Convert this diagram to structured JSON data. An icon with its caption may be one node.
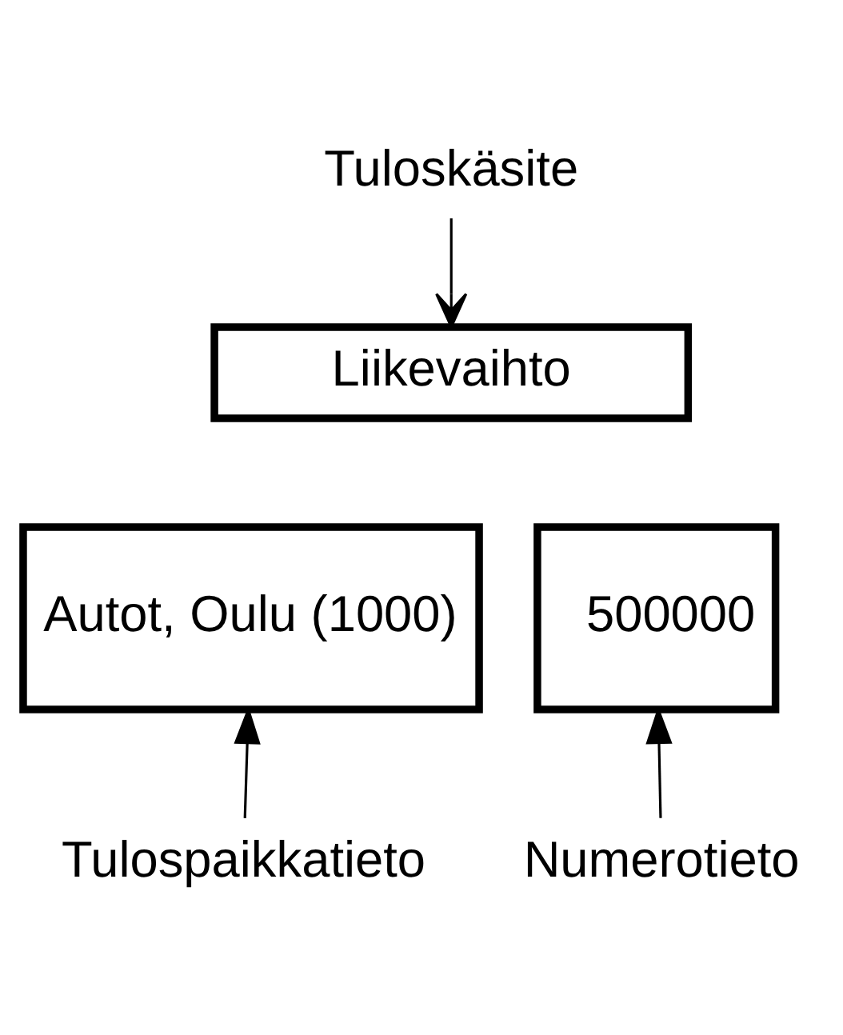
{
  "diagram": {
    "nodes": [
      {
        "text": [
          "Tuloskäsite"
        ]
      },
      {
        "text": [
          "Liikevaihto"
        ]
      },
      {
        "text": [
          "Autot, Oulu (1000)"
        ]
      },
      {
        "text": [
          "500000"
        ]
      },
      {
        "text": [
          "Tulospaikkatieto"
        ]
      },
      {
        "text": [
          "Numerotieto"
        ]
      }
    ],
    "edges": [
      {
        "from": 0,
        "to": 1,
        "arrow": "to"
      },
      {
        "from": 4,
        "to": 2,
        "arrow": "to"
      },
      {
        "from": 5,
        "to": 3,
        "arrow": "to"
      }
    ]
  }
}
